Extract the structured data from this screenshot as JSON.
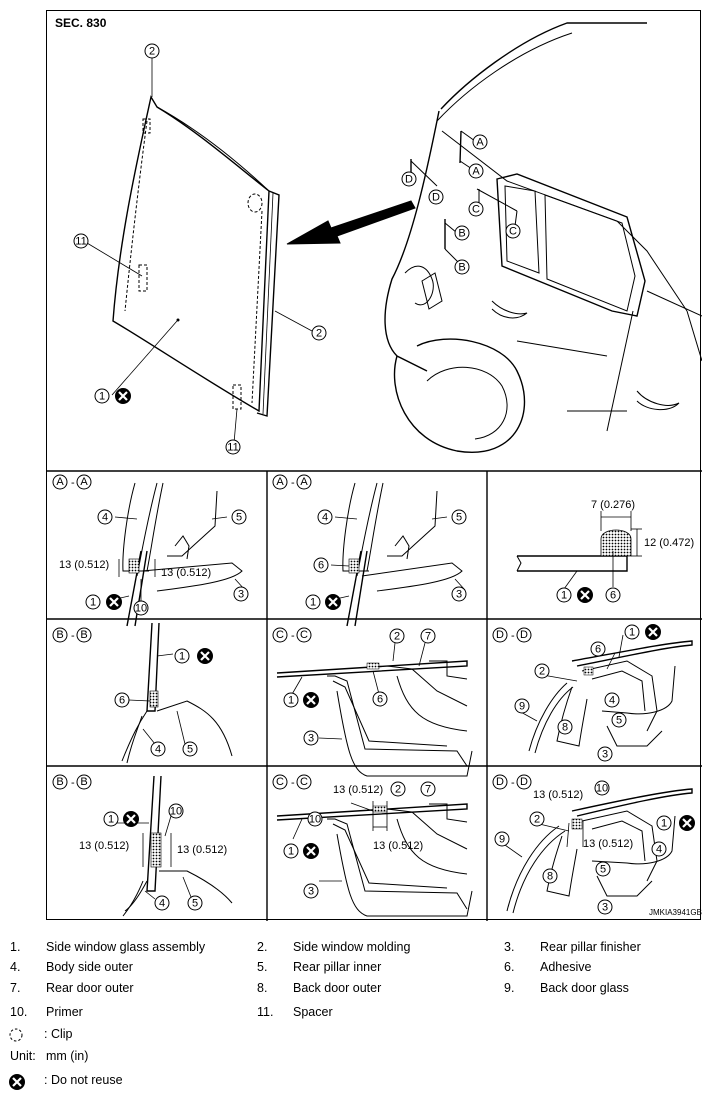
{
  "figure": {
    "section_label": "SEC. 830",
    "image_code": "JMKIA3941GB",
    "view_titles": {
      "aa1": "A",
      "aa2": "A",
      "ad": "",
      "bb1": "B",
      "bb2": "B",
      "cc1": "C",
      "cc2": "C",
      "dd1": "D",
      "dd2": "D"
    },
    "dims": {
      "d13": "13 (0.512)",
      "d7": "7 (0.276)",
      "d12": "12 (0.472)"
    }
  },
  "legend": {
    "items": [
      {
        "num": "1.",
        "label": "Side window glass assembly"
      },
      {
        "num": "2.",
        "label": "Side window molding"
      },
      {
        "num": "3.",
        "label": "Rear pillar finisher"
      },
      {
        "num": "4.",
        "label": "Body side outer"
      },
      {
        "num": "5.",
        "label": "Rear pillar inner"
      },
      {
        "num": "6.",
        "label": "Adhesive"
      },
      {
        "num": "7.",
        "label": "Rear door outer"
      },
      {
        "num": "8.",
        "label": "Back door outer"
      },
      {
        "num": "9.",
        "label": "Back door glass"
      },
      {
        "num": "10.",
        "label": "Primer"
      },
      {
        "num": "11.",
        "label": "Spacer"
      }
    ],
    "clip_text": ": Clip",
    "unit_label": "Unit:",
    "unit_value": "mm (in)",
    "do_not_reuse_text": ": Do not reuse"
  }
}
